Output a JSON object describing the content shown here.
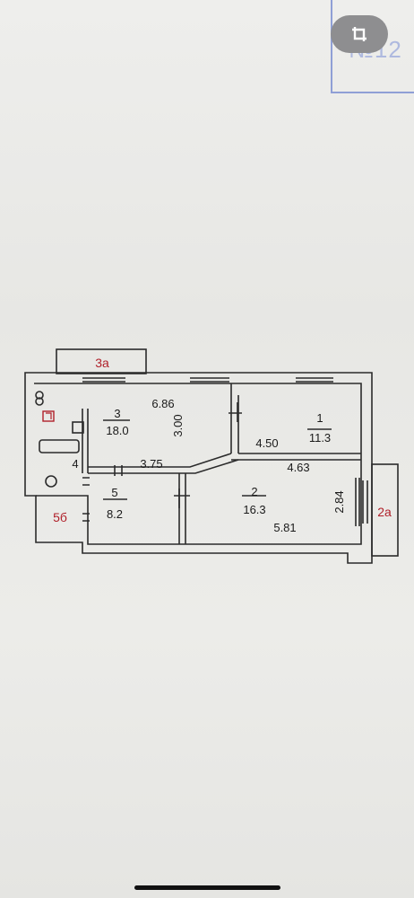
{
  "stamp": {
    "text": "№12"
  },
  "toolbar": {
    "icon": "crop-icon"
  },
  "plan": {
    "rooms": [
      {
        "id": "1",
        "number": "1",
        "area": "11.3"
      },
      {
        "id": "2",
        "number": "2",
        "area": "16.3"
      },
      {
        "id": "3",
        "number": "3",
        "area": "18.0"
      },
      {
        "id": "5",
        "number": "5",
        "area": "8.2"
      }
    ],
    "dimensions": {
      "d686": "6.86",
      "d300": "3.00",
      "d450": "4.50",
      "d463": "4.63",
      "d375": "3.75",
      "d284": "2.84",
      "d581": "5.81",
      "d4": "4"
    },
    "labels": {
      "l3a": "3а",
      "l2a": "2а",
      "l56": "5б"
    },
    "colors": {
      "wall": "#2b2b2b",
      "red_label": "#b0202a",
      "ink": "#1a1a1a"
    }
  }
}
